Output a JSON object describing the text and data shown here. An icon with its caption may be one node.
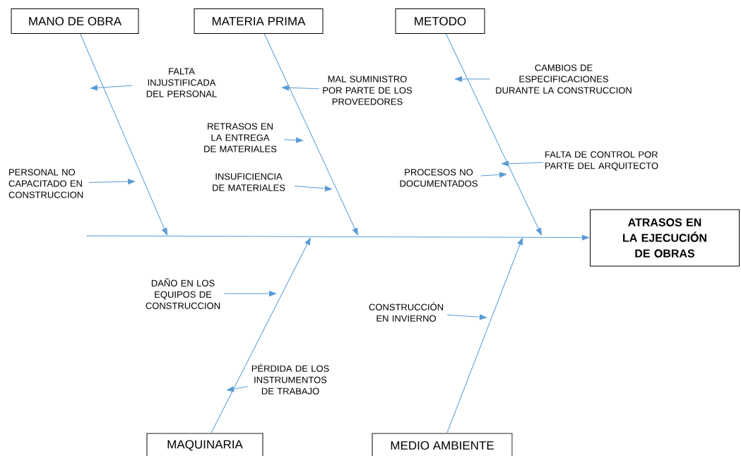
{
  "diagram": {
    "nodes": [
      {
        "text": [
          "MANO DE OBRA"
        ]
      },
      {
        "text": [
          "MATERIA PRIMA"
        ]
      },
      {
        "text": [
          "METODO"
        ]
      },
      {
        "text": [
          "ATRASOS EN LA EJECUCIÓN DE OBRAS"
        ]
      },
      {
        "text": [
          "MAQUINARIA"
        ]
      },
      {
        "text": [
          "MEDIO AMBIENTE"
        ]
      },
      {
        "text": [
          "FALTA INJUSTIFICADA DEL PERSONAL"
        ]
      },
      {
        "text": [
          "PERSONAL NO CAPACITADO EN CONSTRUCCION"
        ]
      },
      {
        "text": [
          "MAL SUMINISTRO POR PARTE DE LOS PROVEEDORES"
        ]
      },
      {
        "text": [
          "RETRASOS EN LA ENTREGA DE MATERIALES"
        ]
      },
      {
        "text": [
          "INSUFICIENCIA DE MATERIALES"
        ]
      },
      {
        "text": [
          "CAMBIOS DE ESPECIFICACIONES DURANTE LA CONSTRUCCION"
        ]
      },
      {
        "text": [
          "FALTA DE CONTROL POR PARTE DEL ARQUITECTO"
        ]
      },
      {
        "text": [
          "PROCESOS NO DOCUMENTADOS"
        ]
      },
      {
        "text": [
          "DAÑO EN LOS EQUIPOS DE CONSTRUCCION"
        ]
      },
      {
        "text": [
          "CONSTRUCCIÓN EN INVIERNO"
        ]
      },
      {
        "text": [
          "PÉRDIDA DE LOS INSTRUMENTOS DE TRABAJO"
        ]
      }
    ],
    "edges": [
      {
        "from": 0,
        "to": null,
        "arrow": "to"
      },
      {
        "from": 1,
        "to": null,
        "arrow": "to"
      },
      {
        "from": 2,
        "to": null,
        "arrow": "to"
      },
      {
        "from": 4,
        "to": null,
        "arrow": "to"
      },
      {
        "from": 5,
        "to": null,
        "arrow": "to"
      },
      {
        "from": null,
        "to": 3,
        "arrow": "to"
      },
      {
        "from": 6,
        "to": null,
        "arrow": "to"
      },
      {
        "from": 7,
        "to": null,
        "arrow": "to"
      },
      {
        "from": 8,
        "to": null,
        "arrow": "to"
      },
      {
        "from": 9,
        "to": null,
        "arrow": "to"
      },
      {
        "from": 10,
        "to": null,
        "arrow": "to"
      },
      {
        "from": 11,
        "to": null,
        "arrow": "to"
      },
      {
        "from": 12,
        "to": null,
        "arrow": "to"
      },
      {
        "from": 13,
        "to": null,
        "arrow": "to"
      },
      {
        "from": 14,
        "to": null,
        "arrow": "to"
      },
      {
        "from": 15,
        "to": null,
        "arrow": "to"
      },
      {
        "from": 16,
        "to": null,
        "arrow": "to"
      }
    ]
  }
}
